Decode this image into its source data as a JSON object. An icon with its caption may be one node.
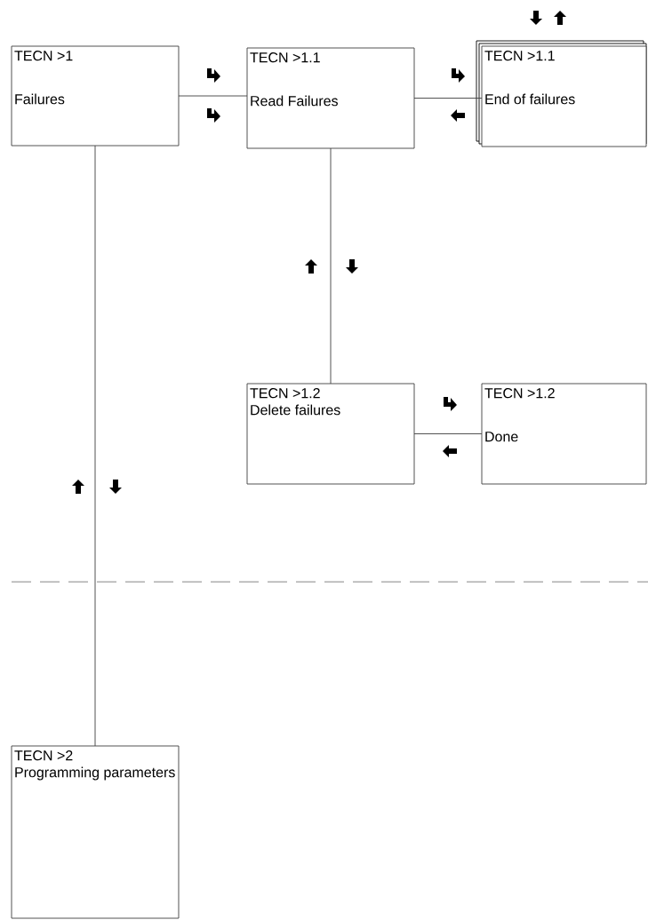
{
  "diagram": {
    "nodes": [
      {
        "text": [
          "TECN >1",
          "Failures"
        ]
      },
      {
        "text": [
          "TECN >1.1",
          "Read Failures"
        ]
      },
      {
        "text": [
          "TECN >1.1",
          "End of failures"
        ]
      },
      {
        "text": [
          "TECN >1.2",
          "Delete failures"
        ]
      },
      {
        "text": [
          "TECN >1.2",
          "Done"
        ]
      },
      {
        "text": [
          "TECN >2",
          "Programming parameters"
        ]
      }
    ],
    "edges": [
      {
        "from": 0,
        "to": 1,
        "arrow": "none"
      },
      {
        "from": 1,
        "to": 2,
        "arrow": "none"
      },
      {
        "from": 1,
        "to": 3,
        "arrow": "none"
      },
      {
        "from": 3,
        "to": 4,
        "arrow": "none"
      },
      {
        "from": 0,
        "to": 5,
        "arrow": "none"
      }
    ]
  }
}
